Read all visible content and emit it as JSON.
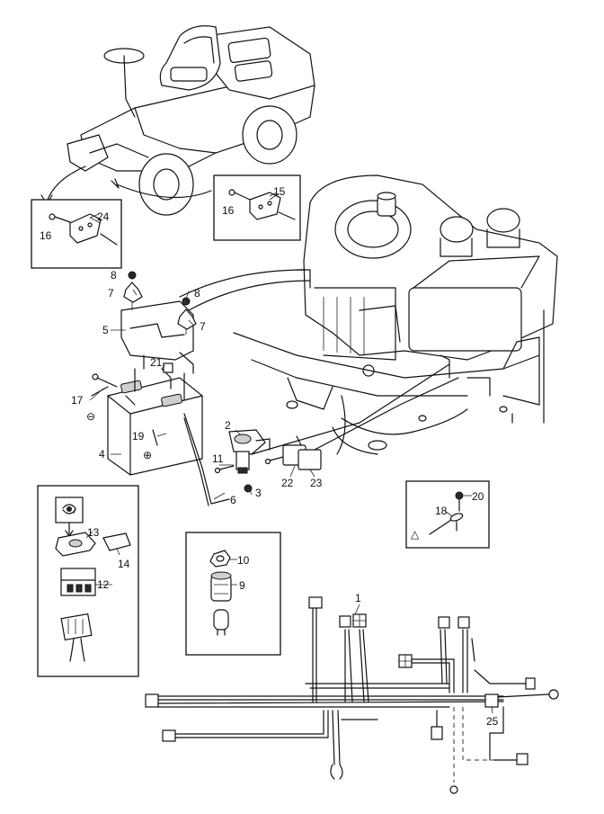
{
  "callouts": {
    "c1": "1",
    "c2": "2",
    "c3": "3",
    "c4": "4",
    "c5": "5",
    "c6": "6",
    "c7a": "7",
    "c7b": "7",
    "c8a": "8",
    "c8b": "8",
    "c9": "9",
    "c10": "10",
    "c11": "11",
    "c12": "12",
    "c13": "13",
    "c14": "14",
    "c15": "15",
    "c16a": "16",
    "c16b": "16",
    "c17": "17",
    "c18": "18",
    "c19": "19",
    "c20": "20",
    "c21": "21",
    "c22": "22",
    "c23": "23",
    "c24": "24",
    "c25": "25"
  },
  "symbols": {
    "minus": "⊖",
    "plus": "⊕",
    "warning": "△"
  }
}
